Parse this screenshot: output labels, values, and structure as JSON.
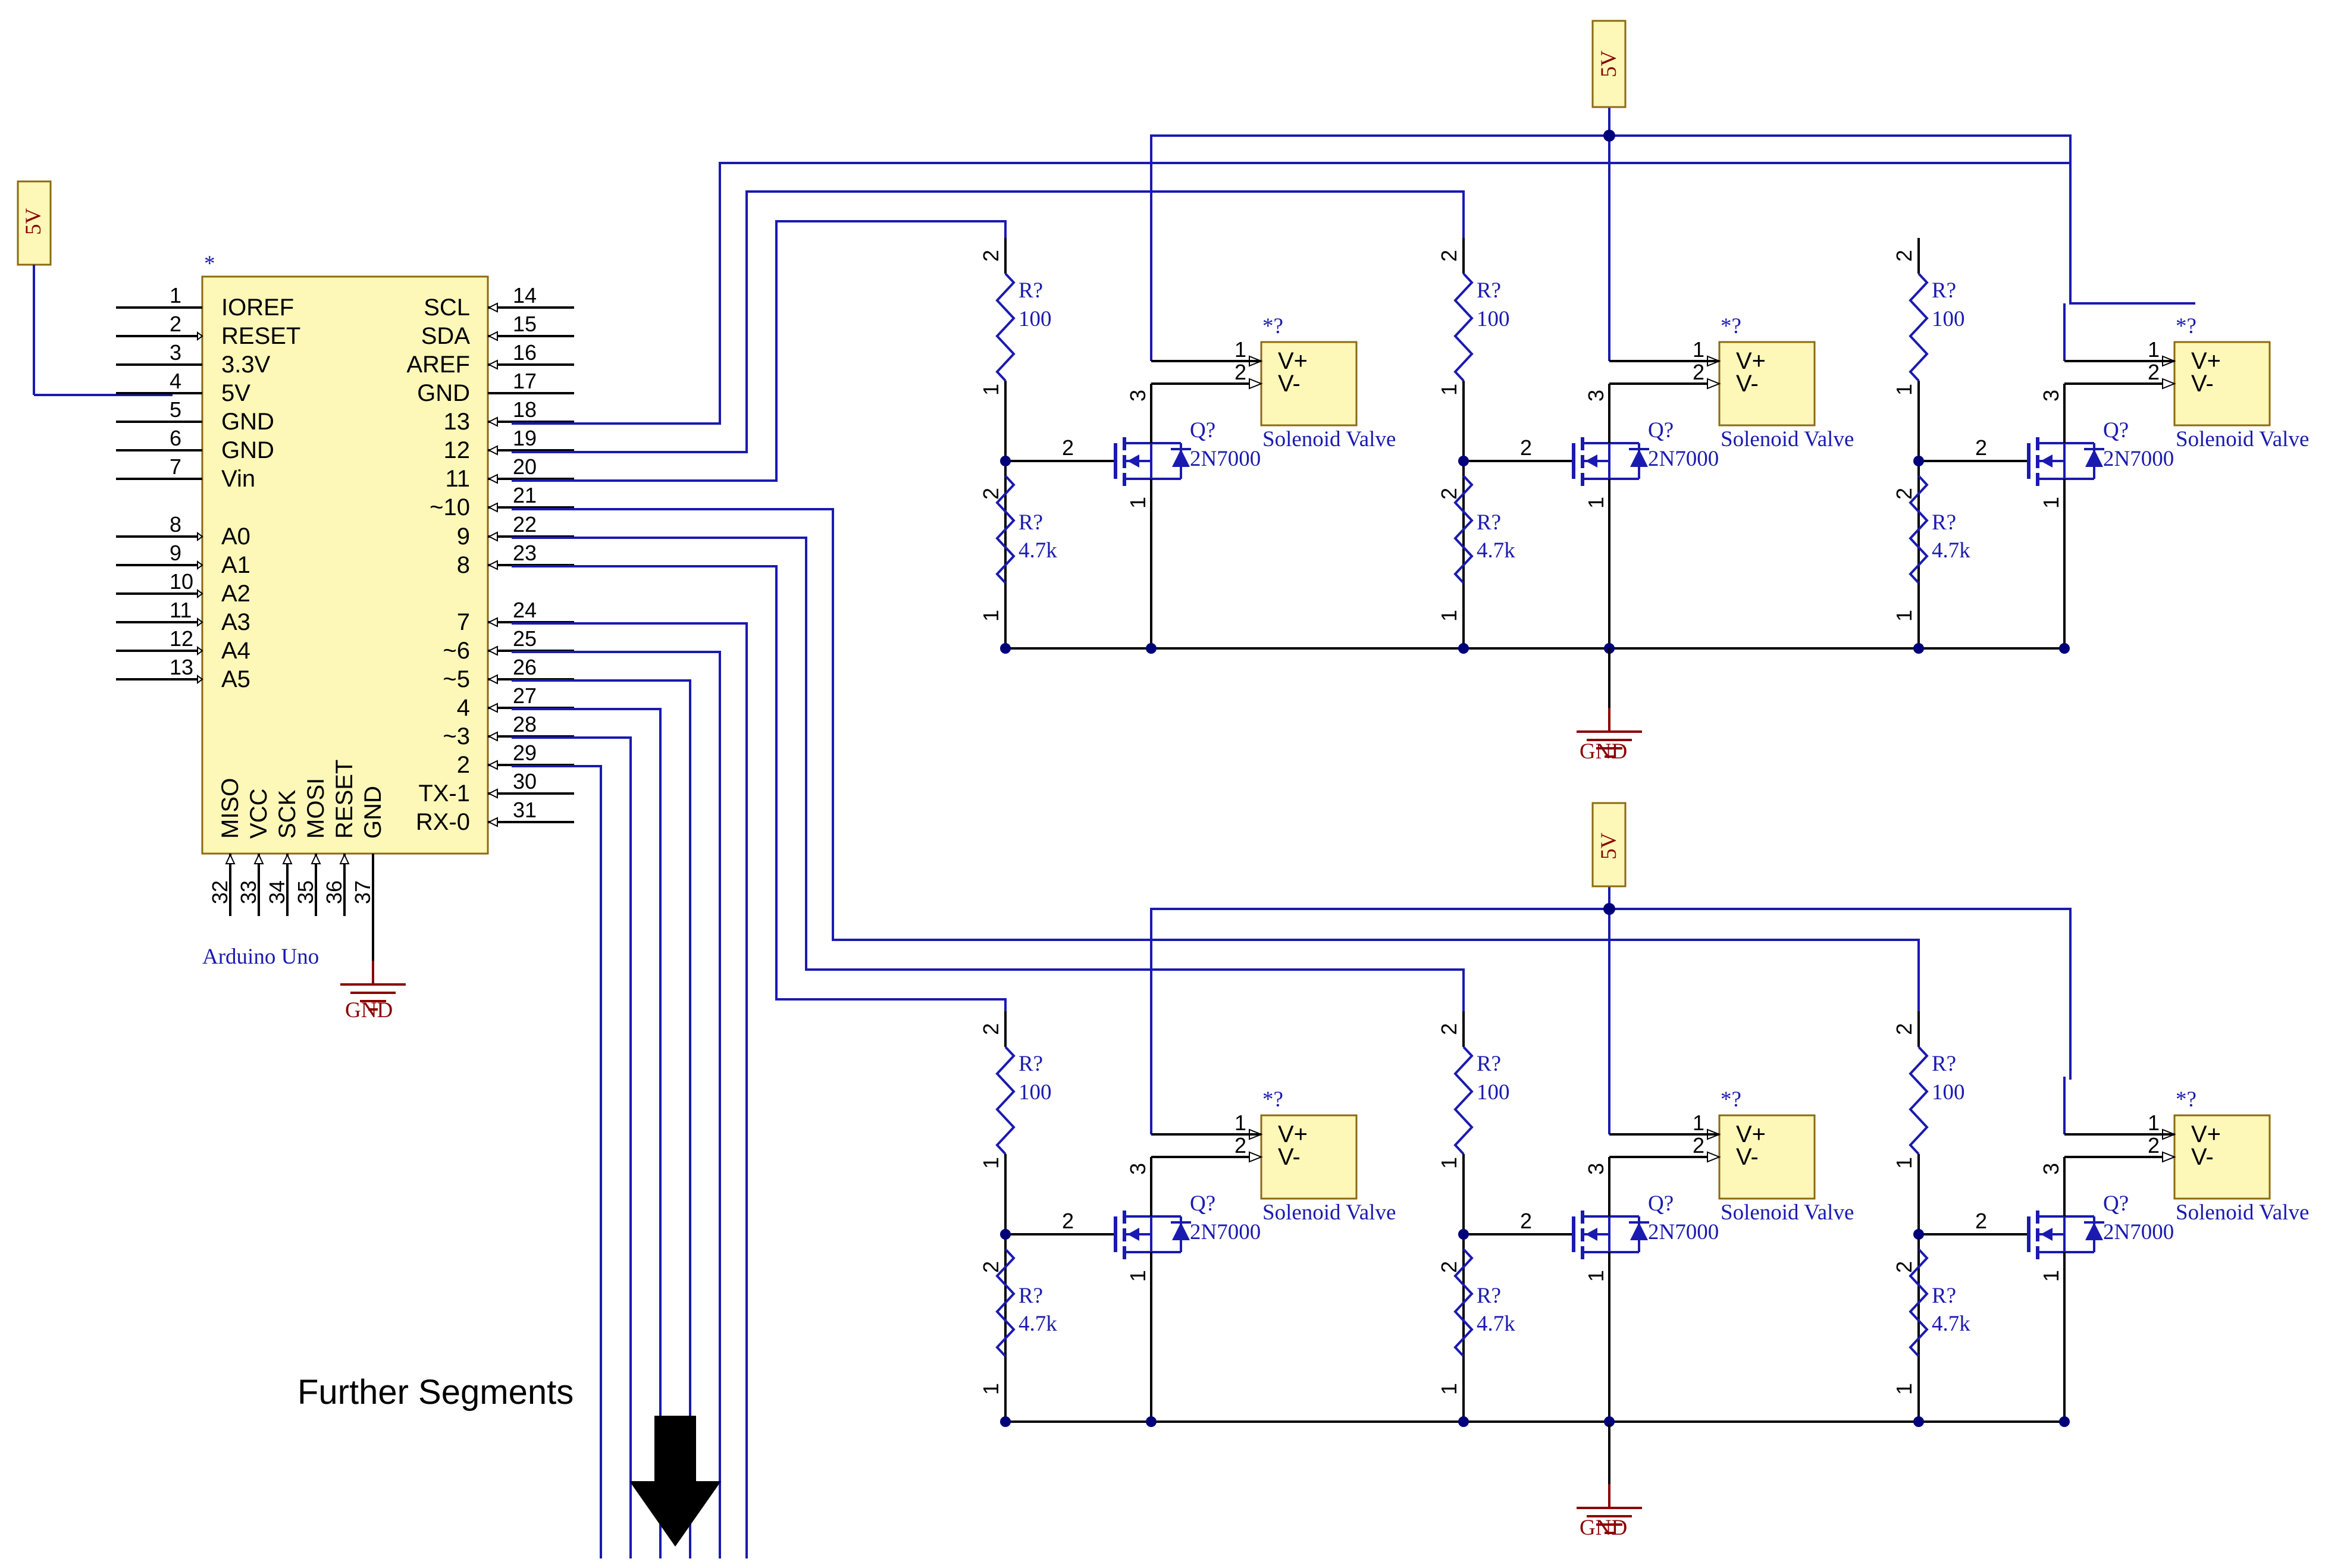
{
  "power_label": "5V",
  "gnd_label": "GND",
  "arduino": {
    "ref": "*",
    "name": "Arduino Uno",
    "left_pins": [
      {
        "num": "1",
        "name": "IOREF"
      },
      {
        "num": "2",
        "name": "RESET"
      },
      {
        "num": "3",
        "name": "3.3V"
      },
      {
        "num": "4",
        "name": "5V"
      },
      {
        "num": "5",
        "name": "GND"
      },
      {
        "num": "6",
        "name": "GND"
      },
      {
        "num": "7",
        "name": "Vin"
      },
      {
        "num": "8",
        "name": "A0"
      },
      {
        "num": "9",
        "name": "A1"
      },
      {
        "num": "10",
        "name": "A2"
      },
      {
        "num": "11",
        "name": "A3"
      },
      {
        "num": "12",
        "name": "A4"
      },
      {
        "num": "13",
        "name": "A5"
      }
    ],
    "right_pins": [
      {
        "num": "14",
        "name": "SCL"
      },
      {
        "num": "15",
        "name": "SDA"
      },
      {
        "num": "16",
        "name": "AREF"
      },
      {
        "num": "17",
        "name": "GND"
      },
      {
        "num": "18",
        "name": "13"
      },
      {
        "num": "19",
        "name": "12"
      },
      {
        "num": "20",
        "name": "11"
      },
      {
        "num": "21",
        "name": "~10"
      },
      {
        "num": "22",
        "name": "9"
      },
      {
        "num": "23",
        "name": "8"
      },
      {
        "num": "24",
        "name": "7"
      },
      {
        "num": "25",
        "name": "~6"
      },
      {
        "num": "26",
        "name": "~5"
      },
      {
        "num": "27",
        "name": "4"
      },
      {
        "num": "28",
        "name": "~3"
      },
      {
        "num": "29",
        "name": "2"
      },
      {
        "num": "30",
        "name": "TX-1"
      },
      {
        "num": "31",
        "name": "RX-0"
      }
    ],
    "bottom_pins": [
      {
        "num": "32",
        "name": "MISO"
      },
      {
        "num": "33",
        "name": "VCC"
      },
      {
        "num": "34",
        "name": "SCK"
      },
      {
        "num": "35",
        "name": "MOSI"
      },
      {
        "num": "36",
        "name": "RESET"
      },
      {
        "num": "37",
        "name": "GND"
      }
    ]
  },
  "segment": {
    "valve_ref": "*?",
    "valve_name": "Solenoid Valve",
    "valve_pin1": "V+",
    "valve_pin2": "V-",
    "valve_num1": "1",
    "valve_num2": "2",
    "gate_res_ref": "R?",
    "gate_res_value": "100",
    "pulldown_res_ref": "R?",
    "pulldown_res_value": "4.7k",
    "mosfet_ref": "Q?",
    "mosfet_part": "2N7000",
    "pin_1": "1",
    "pin_2": "2",
    "pin_3": "3"
  },
  "further_segments_label": "Further Segments"
}
